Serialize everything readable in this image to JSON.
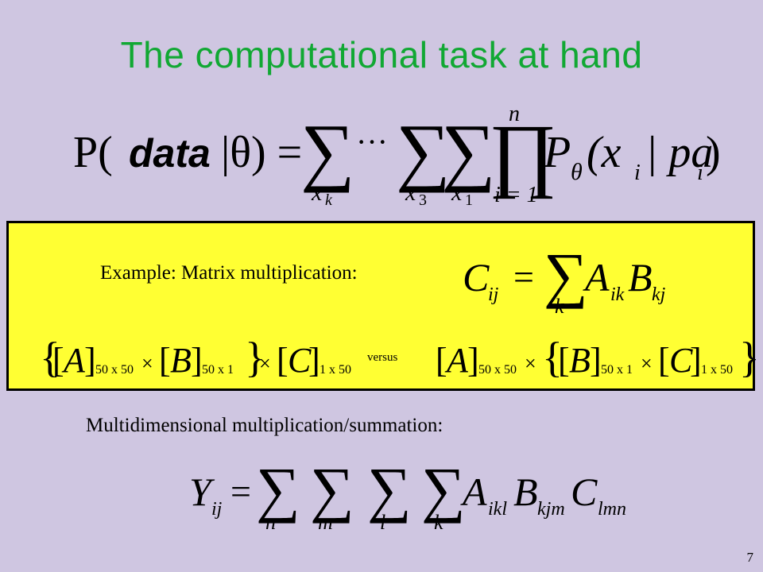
{
  "slide": {
    "title": "The computational task at hand",
    "page_number": "7"
  },
  "equation_main": {
    "lhs_p": "P(",
    "lhs_data": "data",
    "lhs_rest": "|θ) =",
    "dots": "···",
    "sum_sub_1": "x",
    "sum_sub_1_index": "k",
    "sum_sub_2": "x",
    "sum_sub_2_index": "3",
    "sum_sub_3": "x",
    "sum_sub_3_index": "1",
    "prod_top": "n",
    "prod_bottom": "i = 1",
    "rhs": "P",
    "rhs_sub": "θ",
    "rhs_args_open": "(x",
    "rhs_args_i": "i",
    "rhs_args_mid": "| pa",
    "rhs_args_i2": "i",
    "rhs_args_close": ")"
  },
  "example": {
    "label": "Example: Matrix multiplication:",
    "formula_c": "C",
    "formula_c_sub": "ij",
    "formula_eq": "=",
    "formula_sum_sub": "k",
    "formula_a": "A",
    "formula_a_sub": "ik",
    "formula_b": "B",
    "formula_b_sub": "kj",
    "versus": "versus",
    "left_expr": {
      "open": "{",
      "a": "A",
      "a_dim": "50 x 50",
      "times1": "×",
      "b": "B",
      "b_dim": "50 x 1",
      "close": "}",
      "times2": "×",
      "c": "C",
      "c_dim": "1 x 50"
    },
    "right_expr": {
      "a": "A",
      "a_dim": "50 x 50",
      "times1": "×",
      "open": "{",
      "b": "B",
      "b_dim": "50 x 1",
      "times2": "×",
      "c": "C",
      "c_dim": "1 x 50",
      "close": "}"
    }
  },
  "multidim": {
    "label": "Multidimensional multiplication/summation:",
    "y": "Y",
    "y_sub": "ij",
    "eq": "=",
    "sum_subs": [
      "n",
      "m",
      "l",
      "k"
    ],
    "a": "A",
    "a_sub": "ikl",
    "b": "B",
    "b_sub": "kjm",
    "c": "C",
    "c_sub": "lmn"
  }
}
